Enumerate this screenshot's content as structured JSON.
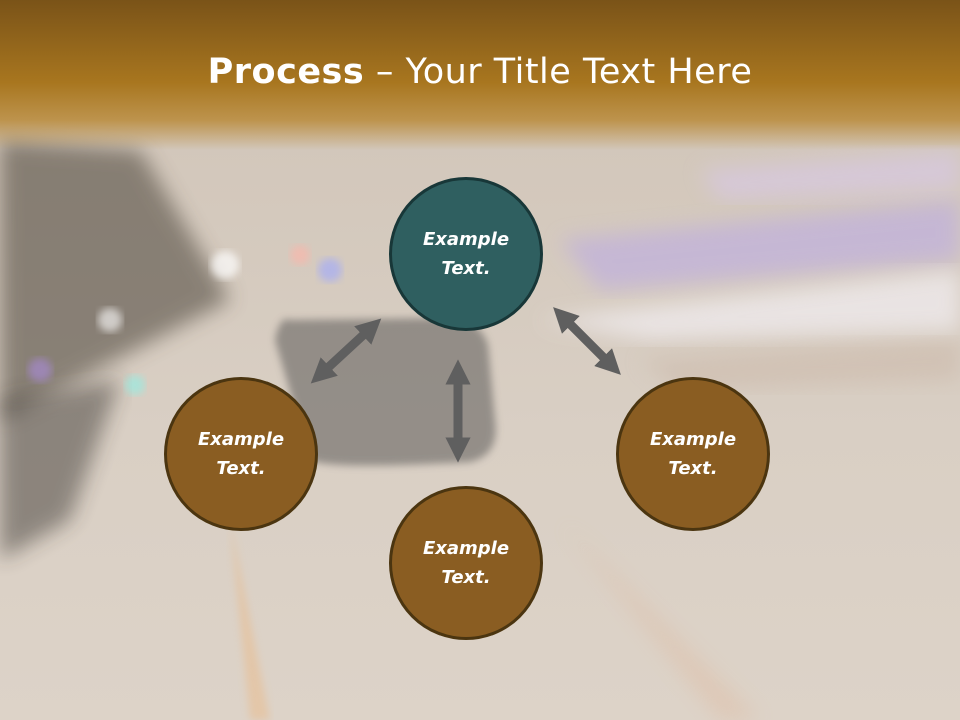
{
  "title": {
    "bold": "Process",
    "rest": " – Your Title Text Here"
  },
  "nodes": {
    "top": {
      "line1": "Example",
      "line2": "Text."
    },
    "left": {
      "line1": "Example",
      "line2": "Text."
    },
    "right": {
      "line1": "Example",
      "line2": "Text."
    },
    "bottom": {
      "line1": "Example",
      "line2": "Text."
    }
  },
  "colors": {
    "accent": "#8a5d22",
    "center": "#2f5f60",
    "arrow": "#5f5f5f",
    "header": "#a8761f"
  }
}
